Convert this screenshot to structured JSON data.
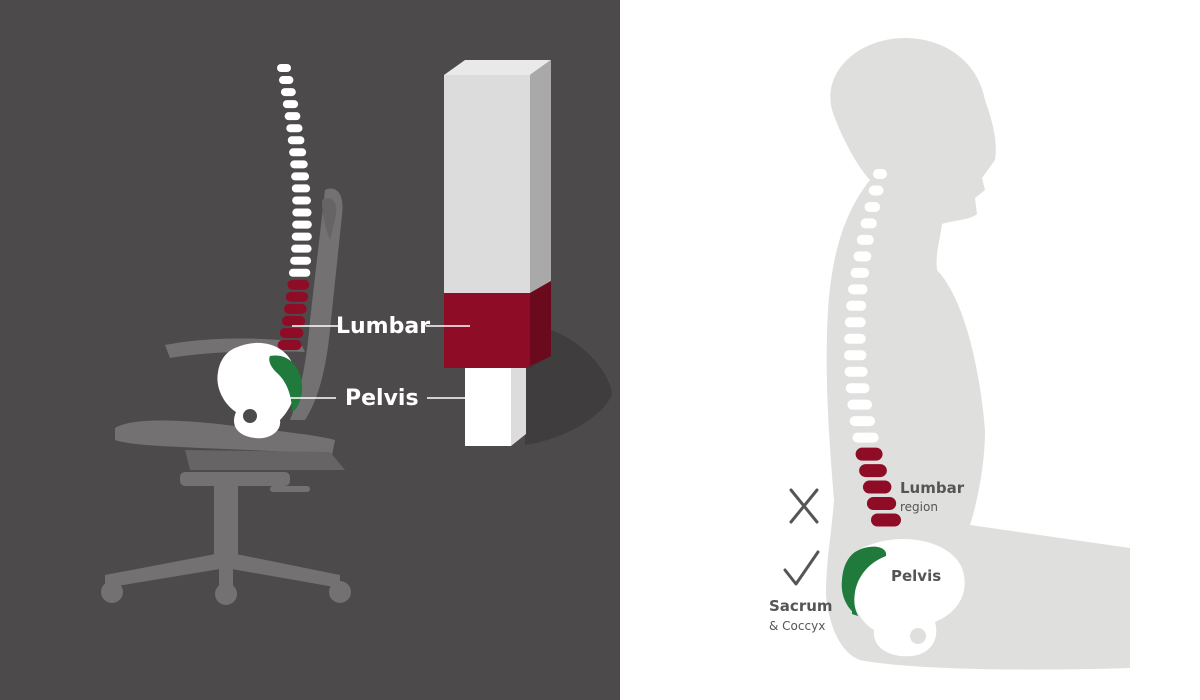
{
  "left_panel": {
    "lumbar_label": "Lumbar",
    "pelvis_label": "Pelvis"
  },
  "right_panel": {
    "lumbar_label": "Lumbar",
    "lumbar_sub": "region",
    "pelvis_label": "Pelvis",
    "sacrum_label": "Sacrum",
    "sacrum_sub": "& Coccyx"
  },
  "colors": {
    "left_bg": "#4d4a4b",
    "right_bg": "#ffffff",
    "chair": "#737172",
    "bone": "#ffffff",
    "lumbar": "#8f0c26",
    "sacrum": "#1f7a3b",
    "silhouette": "#dfdfdd",
    "block_face": "#dcdcdc",
    "block_side": "#a9a9a9",
    "text_dark": "#555555"
  }
}
